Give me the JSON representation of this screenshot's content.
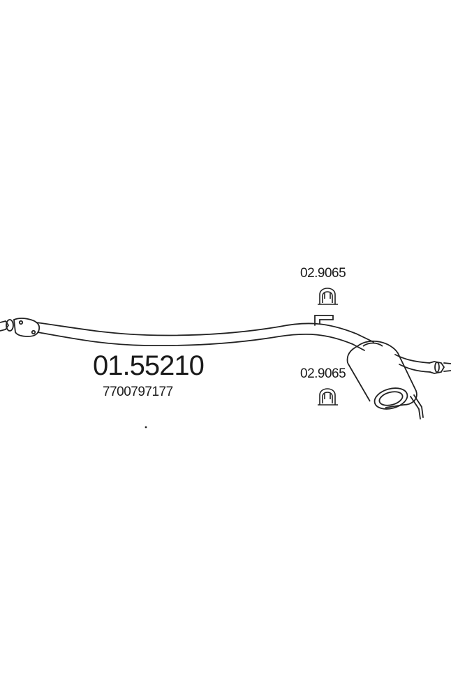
{
  "diagram": {
    "part_number": "01.55210",
    "oem_number": "7700797177",
    "clamps": [
      {
        "label": "02.9065"
      },
      {
        "label": "02.9065"
      }
    ]
  }
}
